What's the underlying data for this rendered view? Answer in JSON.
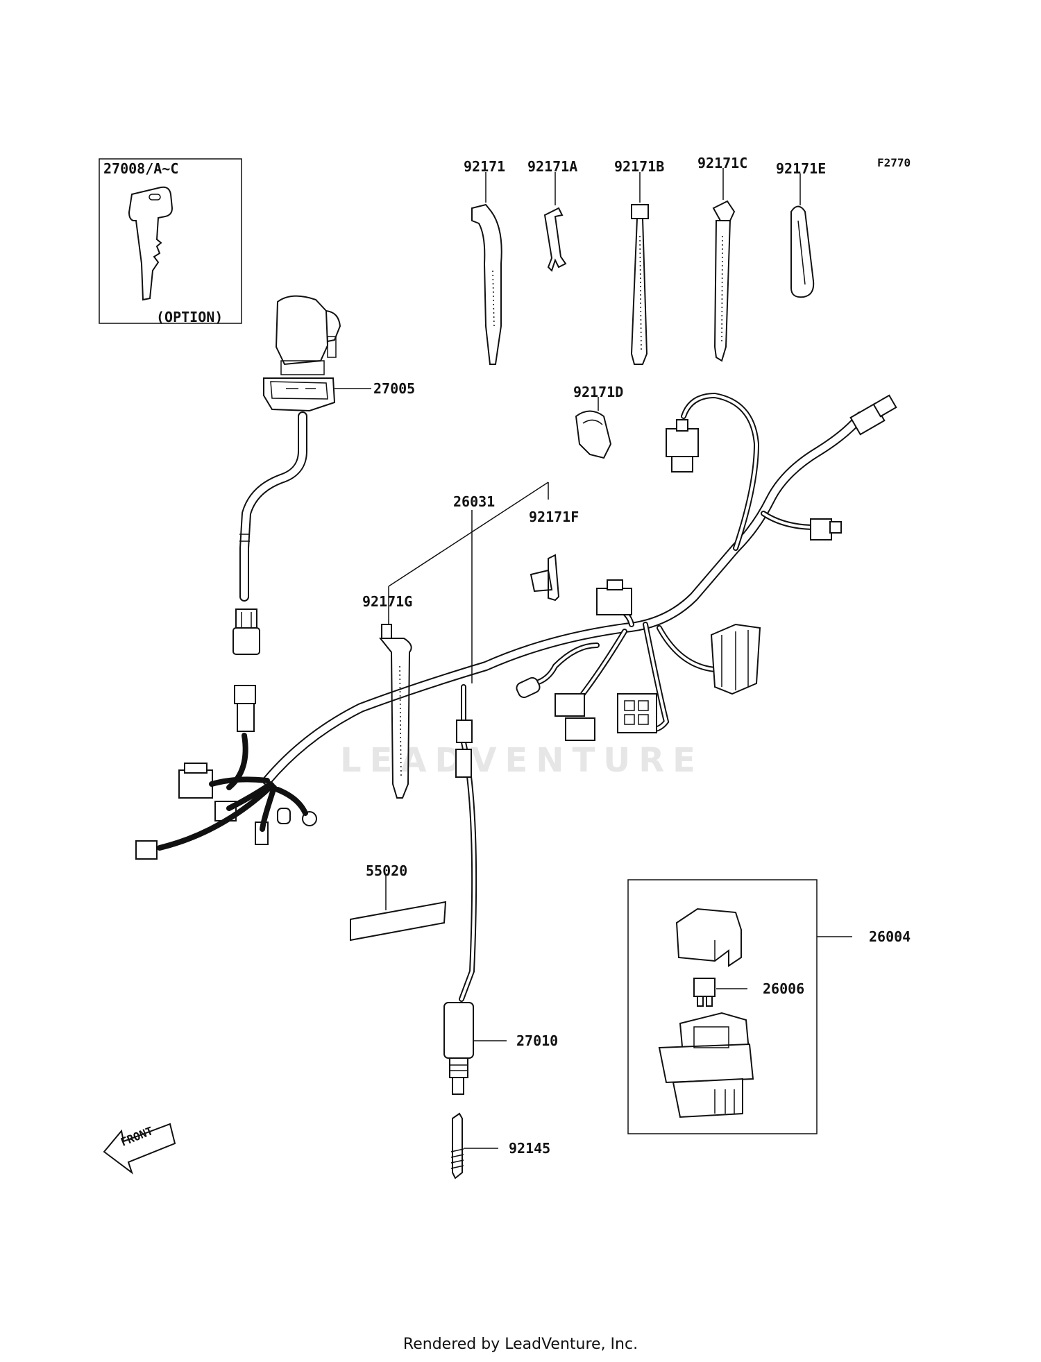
{
  "diagram_code": "F2770",
  "watermark": "LEADVENTURE",
  "footer": "Rendered by LeadVenture, Inc.",
  "key_box": {
    "part": "27008/A~C",
    "note": "(OPTION)"
  },
  "relay_box": {
    "part": "26004"
  },
  "front_arrow": "FRONT",
  "parts": {
    "p92171": "92171",
    "p92171A": "92171A",
    "p92171B": "92171B",
    "p92171C": "92171C",
    "p92171E": "92171E",
    "p92171D": "92171D",
    "p92171F": "92171F",
    "p92171G": "92171G",
    "p26031": "26031",
    "p27005": "27005",
    "p55020": "55020",
    "p27010": "27010",
    "p92145": "92145",
    "p26006": "26006"
  }
}
